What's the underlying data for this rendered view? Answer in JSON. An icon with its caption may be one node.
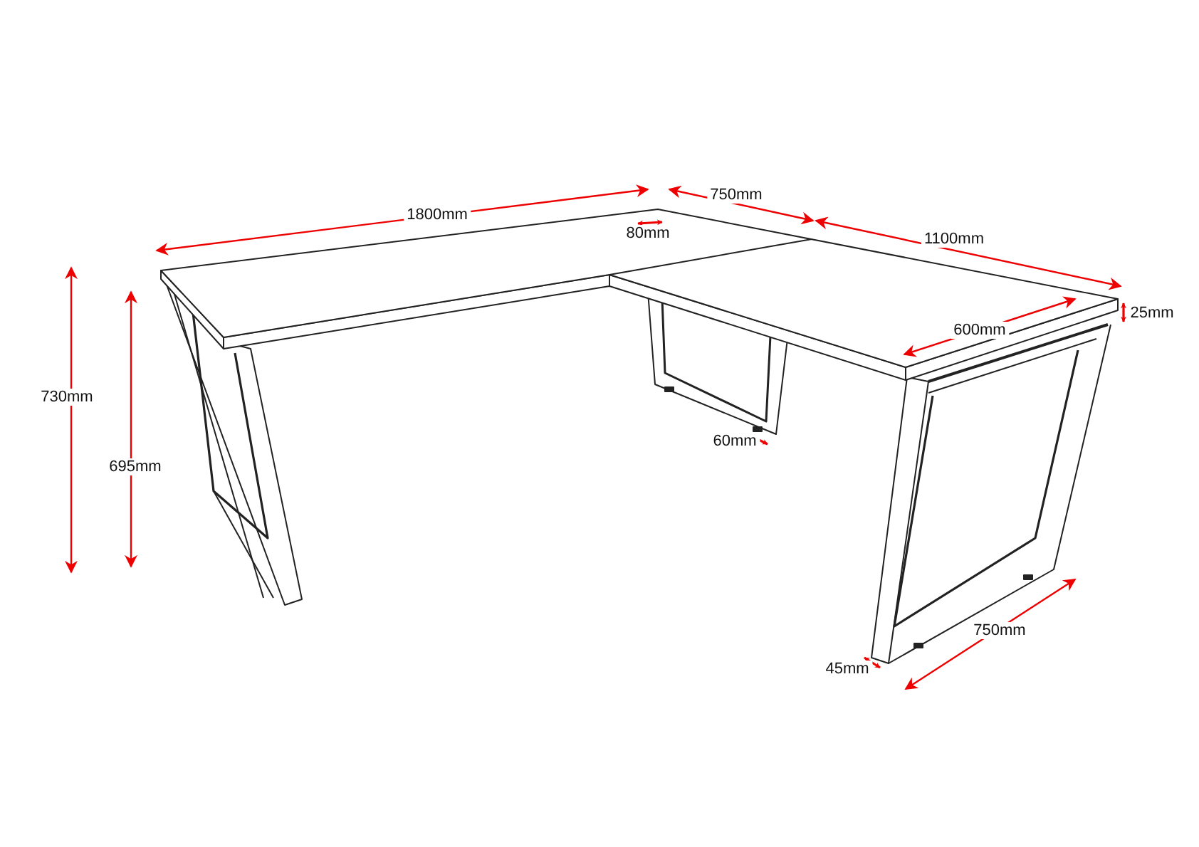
{
  "diagram": {
    "labels": [
      "1800mm",
      "750mm",
      "80mm",
      "1100mm",
      "730mm",
      "25mm",
      "600mm",
      "695mm",
      "60mm",
      "750mm",
      "45mm"
    ]
  }
}
